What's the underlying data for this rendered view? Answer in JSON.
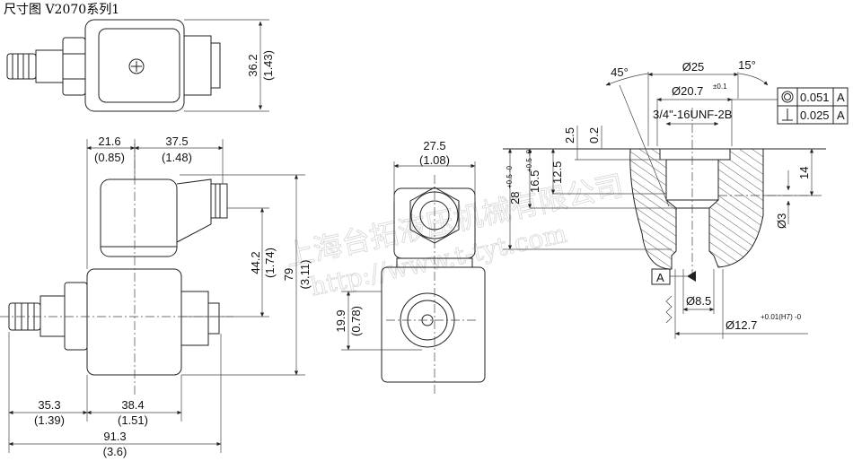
{
  "title": "尺寸图  V2070系列1",
  "watermark": {
    "company": "上海台拓液压机械有限公司",
    "url": "http://www.t-tyt.com"
  },
  "top_view": {
    "height_mm": "36.2",
    "height_in": "(1.43)"
  },
  "side_view": {
    "conn_offset_mm": "21.6",
    "conn_offset_in": "(0.85)",
    "conn_width_mm": "37.5",
    "conn_width_in": "(1.48)",
    "conn_height_mm": "44.2",
    "conn_height_in": "(1.74)",
    "total_height_mm": "79",
    "total_height_in": "(3.11)",
    "fitting_mm": "35.3",
    "fitting_in": "(1.39)",
    "body_mm": "38.4",
    "body_in": "(1.51)",
    "total_len_mm": "91.3",
    "total_len_in": "(3.6)"
  },
  "front_view": {
    "width_mm": "27.5",
    "width_in": "(1.08)",
    "center_mm": "19.9",
    "center_in": "(0.78)"
  },
  "cavity": {
    "angle_left": "45°",
    "angle_right": "15°",
    "dia_outer": "Ø25",
    "dia_inner": "Ø20.7",
    "dia_inner_tol": "±0.1",
    "thread": "3/4\"-16UNF-2B",
    "dim_2_5": "2.5",
    "dim_0_2": "0.2",
    "dim_12_5": "12.5",
    "dim_16_5": "16.5",
    "dim_16_5_tol": "+0.5 -0",
    "dim_28": "28",
    "dim_28_tol": "+0.5 -0",
    "dim_14": "14",
    "dim_port": "Ø3",
    "dim_8_5": "Ø8.5",
    "dim_12_7": "Ø12.7",
    "dim_12_7_tol": "+0.01(H7) -0",
    "datum": "A",
    "tolerance_frame": [
      {
        "symbol": "concentricity",
        "value": "0.051",
        "datum": "A"
      },
      {
        "symbol": "perpendicularity",
        "value": "0.025",
        "datum": "A"
      }
    ]
  }
}
